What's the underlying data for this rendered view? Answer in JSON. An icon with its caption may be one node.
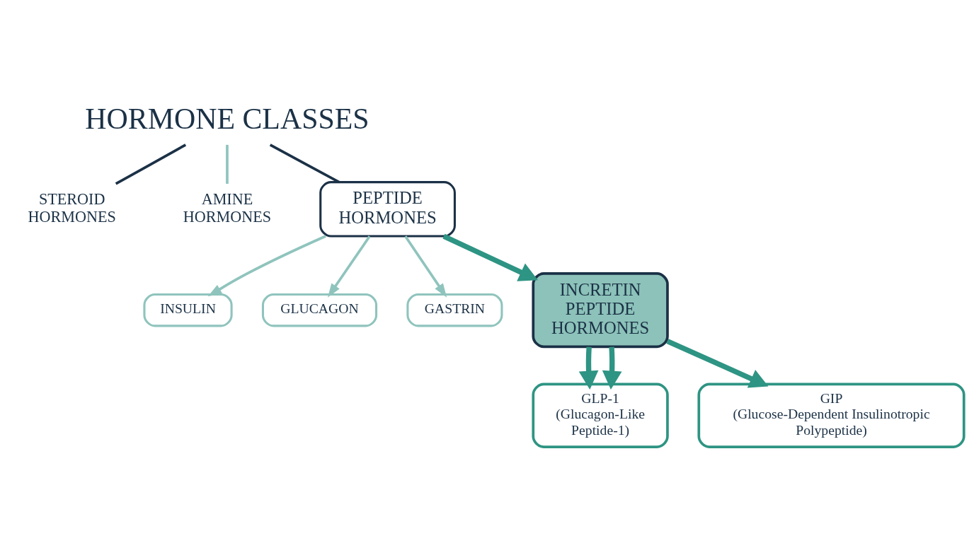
{
  "diagram": {
    "nodes": [
      {
        "text": [
          "HORMONE CLASSES"
        ]
      },
      {
        "text": [
          "STEROID HORMONES"
        ]
      },
      {
        "text": [
          "AMINE HORMONES"
        ]
      },
      {
        "text": [
          "PEPTIDE HORMONES"
        ]
      },
      {
        "text": [
          "INSULIN"
        ]
      },
      {
        "text": [
          "GLUCAGON"
        ]
      },
      {
        "text": [
          "GASTRIN"
        ]
      },
      {
        "text": [
          "INCRETIN PEPTIDE HORMONES"
        ]
      },
      {
        "text": [
          "GLP-1",
          "(Glucagon-Like Peptide-1)"
        ]
      },
      {
        "text": [
          "GIP",
          "(Glucose-Dependent Insulinotropic Polypeptide)"
        ]
      }
    ],
    "edges": [
      {
        "from": 0,
        "to": 1,
        "arrow": "none",
        "color": "#1b3146"
      },
      {
        "from": 0,
        "to": 2,
        "arrow": "none"
      },
      {
        "from": 0,
        "to": 3,
        "arrow": "none",
        "color": "#1b3146"
      },
      {
        "from": 3,
        "to": 4,
        "arrow": "to"
      },
      {
        "from": 3,
        "to": 6,
        "arrow": "to"
      },
      {
        "from": 3,
        "to": 5,
        "arrow": "to"
      },
      {
        "from": 3,
        "to": 7,
        "arrow": "to",
        "style": "thick",
        "color": "#2e9483"
      },
      {
        "from": 7,
        "to": 8,
        "arrow": "to",
        "style": "thick",
        "color": "#2e9483"
      },
      {
        "from": 7,
        "to": 8,
        "arrow": "to",
        "style": "thick",
        "color": "#2e9483"
      },
      {
        "from": 7,
        "to": 9,
        "arrow": "to",
        "style": "thick",
        "color": "#2e9483"
      }
    ]
  }
}
